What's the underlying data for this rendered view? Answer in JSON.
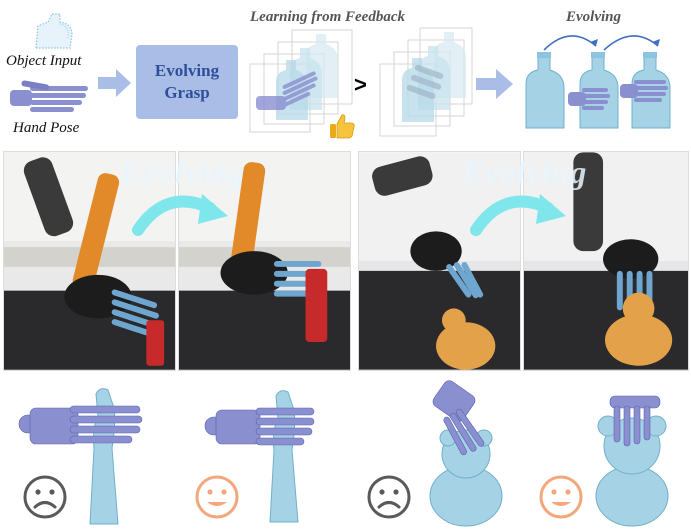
{
  "top": {
    "object_input_label": "Object Input",
    "hand_pose_label": "Hand Pose",
    "evolving_grasp_label": "Evolving\nGrasp",
    "learning_title": "Learning from Feedback",
    "evolving_title": "Evolving",
    "comparison_symbol": ">",
    "thumbs_up_icon": "thumbs-up-icon"
  },
  "middle": {
    "left_evolving_label": "Evolving",
    "right_evolving_label": "Evolving"
  },
  "bottom": {
    "faces": [
      "sad",
      "happy",
      "sad",
      "happy"
    ]
  },
  "colors": {
    "hand": "#8a8fd0",
    "hand_dark": "#5c62ad",
    "object": "#a6d2e6",
    "object_dark": "#6fb0cc",
    "arrow": "#a9bde6",
    "evolve_arrow": "#3f6fbf",
    "box": "#a9bde6",
    "sad_face": "#5a5a5a",
    "happy_face": "#f4a77a",
    "teal_arrow": "#7fe7ec"
  }
}
